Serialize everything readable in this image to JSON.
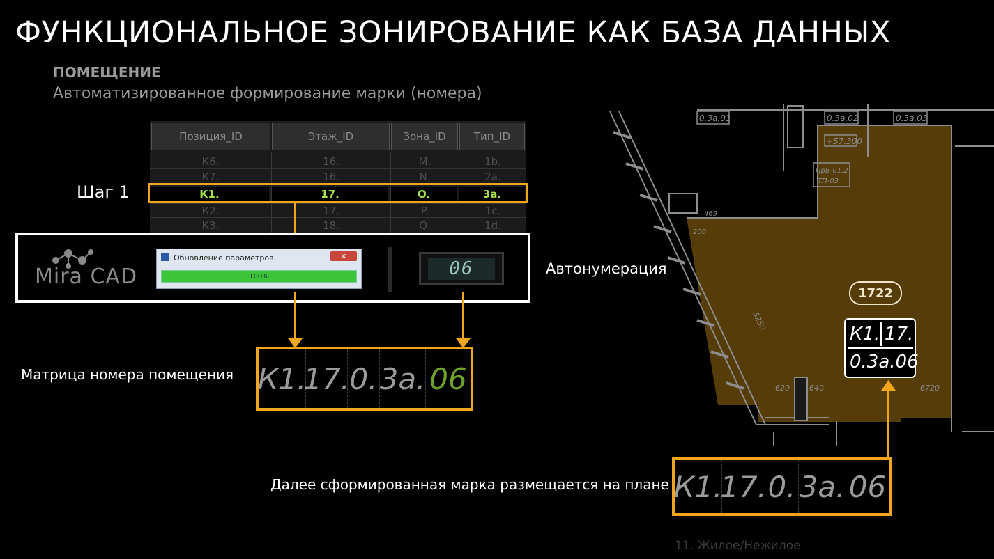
{
  "title": "ФУНКЦИОНАЛЬНОЕ ЗОНИРОВАНИЕ КАК БАЗА ДАННЫХ",
  "section": "ПОМЕЩЕНИЕ",
  "subsection": "Автоматизированное формирование марки (номера)",
  "step_label": "Шаг 1",
  "table": {
    "headers": [
      "Позиция_ID",
      "Этаж_ID",
      "Зона_ID",
      "Тип_ID"
    ],
    "rows": [
      [
        "К6.",
        "16.",
        "М.",
        "1b."
      ],
      [
        "К7.",
        "16.",
        "N.",
        "2a."
      ],
      [
        "К1.",
        "17.",
        "O.",
        "3a."
      ],
      [
        "К2.",
        "17.",
        "P.",
        "1c."
      ],
      [
        "К3.",
        "18.",
        "Q.",
        "1d."
      ]
    ],
    "highlighted_row": 2
  },
  "logo": "Mira CAD",
  "dialog": {
    "title": "Обновление параметров",
    "close": "✕",
    "progress_text": "100%",
    "progress": 1.0
  },
  "counter_value": "06",
  "autonum_label": "Автонумерация",
  "matrix_label": "Матрица номера помещения",
  "matrix_segments": [
    "К1.",
    "17.",
    "0.",
    "3а.",
    "06"
  ],
  "place_label": "Далее сформированная марка размещается на плане",
  "plan": {
    "area_badge": "1722",
    "tag_top_left": "К1.",
    "tag_top_right": "17.",
    "tag_bottom": "0.3а.06",
    "room_labels": [
      "0.3a.01",
      "0.3a.02",
      "0.3a.03"
    ],
    "elev": "+57.300",
    "door_labels": [
      "ПрВ-01.2",
      "ТП-03"
    ],
    "dims": [
      "469",
      "200",
      "5250",
      "620",
      "640",
      "6720"
    ],
    "footer": "11. Жилое/Нежилое"
  },
  "colors": {
    "accent": "#f3a51b",
    "highlight_text": "#a6e04a",
    "zone_fill": "#5a3f0a"
  }
}
